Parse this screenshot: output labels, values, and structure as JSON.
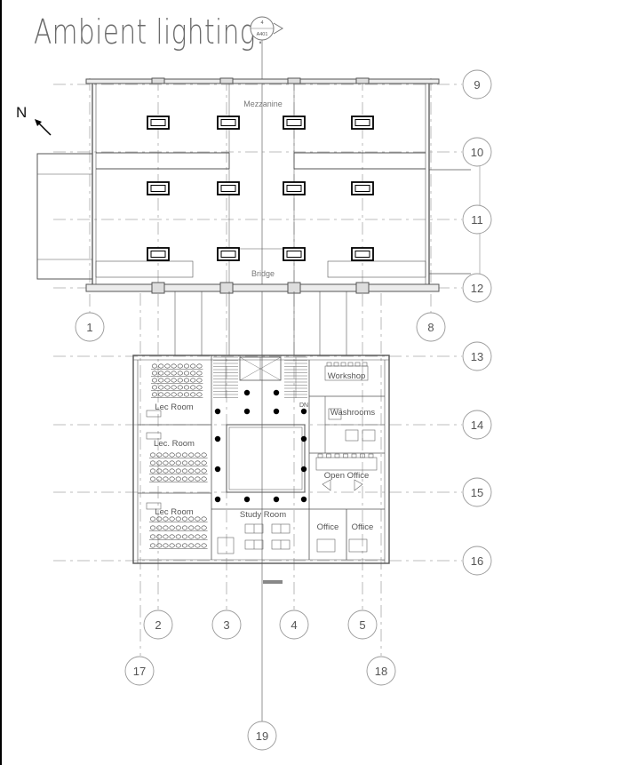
{
  "title": "Ambient lighting:",
  "north_label": "N",
  "section_marker": {
    "top": "4",
    "bottom": "A401"
  },
  "rooms": {
    "mezzanine": "Mezzanine",
    "bridge": "Bridge",
    "lec_room_1": "Lec Room",
    "lec_room_2": "Lec. Room",
    "lec_room_3": "Lec Room",
    "study_room": "Study Room",
    "workshop": "Workshop",
    "washrooms": "Washrooms",
    "open_office": "Open Office",
    "office_1": "Office",
    "office_2": "Office",
    "stair_dn": "DN"
  },
  "grid_rows": [
    "9",
    "10",
    "11",
    "12",
    "13",
    "14",
    "15",
    "16"
  ],
  "grid_cols_upper": [
    "1",
    "8"
  ],
  "grid_cols_lower": [
    "2",
    "3",
    "4",
    "5"
  ],
  "grid_cols_bottom": [
    "17",
    "18",
    "19"
  ],
  "colors": {
    "line": "#555555",
    "grid": "#a8a8a8",
    "fixture": "#000000",
    "title": "#6a6a6a"
  }
}
